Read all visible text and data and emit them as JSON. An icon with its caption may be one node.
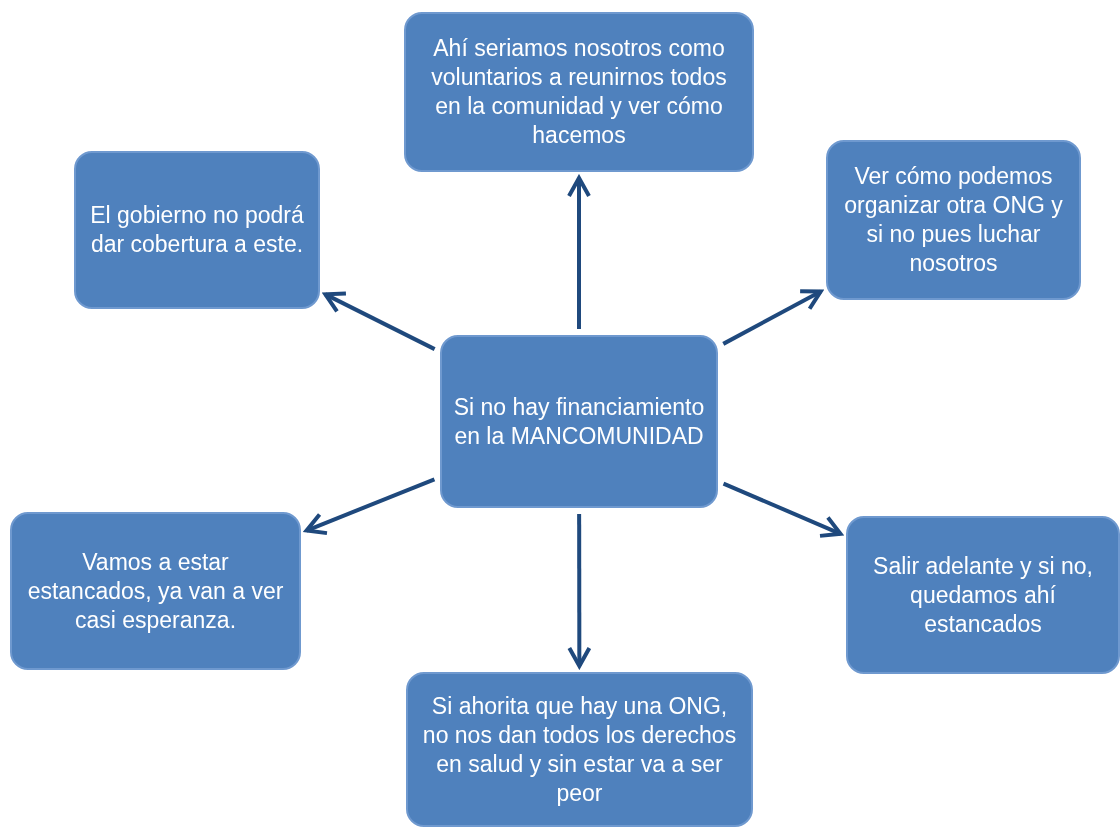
{
  "diagram": {
    "nodes": [
      {
        "text": [
          "Ahí seriamos nosotros como voluntarios a reunirnos todos en la comunidad y ver cómo hacemos"
        ]
      },
      {
        "text": [
          "El gobierno no podrá dar cobertura a este."
        ]
      },
      {
        "text": [
          "Ver cómo podemos organizar otra ONG y si no pues luchar nosotros"
        ]
      },
      {
        "text": [
          "Si no hay financiamiento en la MANCOMUNIDAD"
        ]
      },
      {
        "text": [
          "Vamos a estar estancados, ya van a ver casi esperanza."
        ]
      },
      {
        "text": [
          "Salir adelante y si no, quedamos ahí estancados"
        ]
      },
      {
        "text": [
          "Si ahorita que hay una ONG, no nos dan todos los derechos en salud y sin estar va a ser peor"
        ]
      }
    ],
    "edges": [
      {
        "from": 3,
        "to": 0,
        "arrow": "to"
      },
      {
        "from": 3,
        "to": 1,
        "arrow": "to"
      },
      {
        "from": 3,
        "to": 2,
        "arrow": "to"
      },
      {
        "from": 3,
        "to": 4,
        "arrow": "to"
      },
      {
        "from": 3,
        "to": 5,
        "arrow": "to"
      },
      {
        "from": 3,
        "to": 6,
        "arrow": "to"
      }
    ]
  }
}
